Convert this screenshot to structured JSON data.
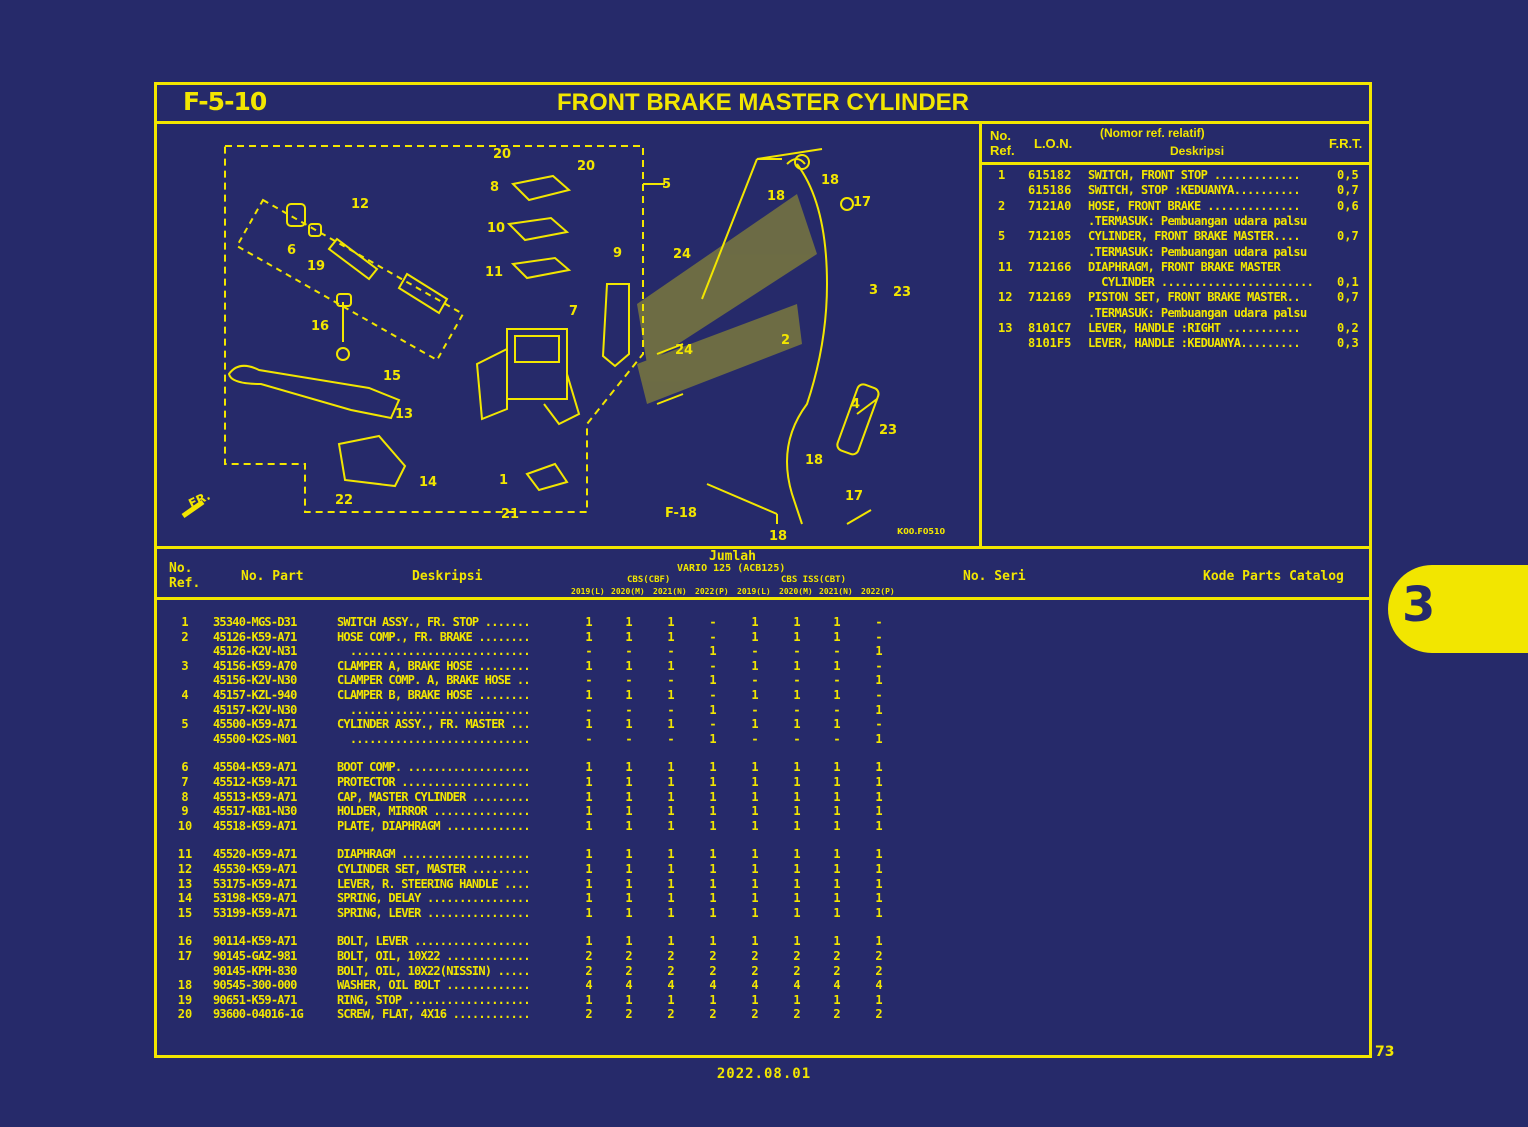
{
  "header": {
    "code": "F-5-10",
    "title": "FRONT BRAKE MASTER CYLINDER"
  },
  "diagram": {
    "callouts": [
      "20",
      "20",
      "5",
      "8",
      "10",
      "11",
      "7",
      "9",
      "24",
      "24",
      "12",
      "6",
      "19",
      "16",
      "15",
      "13",
      "14",
      "22",
      "1",
      "21",
      "18",
      "18",
      "17",
      "3",
      "23",
      "2",
      "4",
      "23",
      "18",
      "17",
      "18",
      "F-18"
    ],
    "fr_label": "FR.",
    "diagram_code": "K00.F0510"
  },
  "ref_table": {
    "headers": {
      "no_ref": "No.\nRef.",
      "lon": "L.O.N.",
      "desc_top": "(Nomor ref. relatif)",
      "desc": "Deskripsi",
      "frt": "F.R.T."
    },
    "rows": [
      {
        "ref": "1",
        "lon": "615182",
        "desc": "SWITCH, FRONT STOP .............",
        "frt": "0,5"
      },
      {
        "ref": "",
        "lon": "615186",
        "desc": "SWITCH, STOP :KEDUANYA..........",
        "frt": "0,7"
      },
      {
        "ref": "2",
        "lon": "7121A0",
        "desc": "HOSE, FRONT BRAKE ..............",
        "frt": "0,6"
      },
      {
        "ref": "",
        "lon": "",
        "desc": ".TERMASUK: Pembuangan udara palsu",
        "frt": ""
      },
      {
        "ref": "5",
        "lon": "712105",
        "desc": "CYLINDER, FRONT BRAKE MASTER....",
        "frt": "0,7"
      },
      {
        "ref": "",
        "lon": "",
        "desc": ".TERMASUK: Pembuangan udara palsu",
        "frt": ""
      },
      {
        "ref": "11",
        "lon": "712166",
        "desc": "DIAPHRAGM, FRONT BRAKE MASTER",
        "frt": ""
      },
      {
        "ref": "",
        "lon": "",
        "desc": "  CYLINDER .......................",
        "frt": "0,1"
      },
      {
        "ref": "12",
        "lon": "712169",
        "desc": "PISTON SET, FRONT BRAKE MASTER..",
        "frt": "0,7"
      },
      {
        "ref": "",
        "lon": "",
        "desc": ".TERMASUK: Pembuangan udara palsu",
        "frt": ""
      },
      {
        "ref": "13",
        "lon": "8101C7",
        "desc": "LEVER, HANDLE :RIGHT ...........",
        "frt": "0,2"
      },
      {
        "ref": "",
        "lon": "8101F5",
        "desc": "LEVER, HANDLE :KEDUANYA.........",
        "frt": "0,3"
      }
    ]
  },
  "parts_table": {
    "headers": {
      "no_ref": "No.\nRef.",
      "part": "No. Part",
      "desc": "Deskripsi",
      "jumlah": "Jumlah",
      "model": "VARIO 125 (ACB125)",
      "group1": "CBS(CBF)",
      "group2": "CBS ISS(CBT)",
      "years": [
        "2019(L)",
        "2020(M)",
        "2021(N)",
        "2022(P)",
        "2019(L)",
        "2020(M)",
        "2021(N)",
        "2022(P)"
      ],
      "seri": "No. Seri",
      "kode": "Kode Parts Catalog"
    },
    "rows": [
      {
        "ref": "1",
        "part": "35340-MGS-D31",
        "desc": "SWITCH ASSY., FR. STOP .......",
        "q": [
          "1",
          "1",
          "1",
          "-",
          "1",
          "1",
          "1",
          "-"
        ]
      },
      {
        "ref": "2",
        "part": "45126-K59-A71",
        "desc": "HOSE COMP., FR. BRAKE ........",
        "q": [
          "1",
          "1",
          "1",
          "-",
          "1",
          "1",
          "1",
          "-"
        ]
      },
      {
        "ref": "",
        "part": "45126-K2V-N31",
        "desc": "  ............................",
        "q": [
          "-",
          "-",
          "-",
          "1",
          "-",
          "-",
          "-",
          "1"
        ]
      },
      {
        "ref": "3",
        "part": "45156-K59-A70",
        "desc": "CLAMPER A, BRAKE HOSE ........",
        "q": [
          "1",
          "1",
          "1",
          "-",
          "1",
          "1",
          "1",
          "-"
        ]
      },
      {
        "ref": "",
        "part": "45156-K2V-N30",
        "desc": "CLAMPER COMP. A, BRAKE HOSE ..",
        "q": [
          "-",
          "-",
          "-",
          "1",
          "-",
          "-",
          "-",
          "1"
        ]
      },
      {
        "ref": "4",
        "part": "45157-KZL-940",
        "desc": "CLAMPER B, BRAKE HOSE ........",
        "q": [
          "1",
          "1",
          "1",
          "-",
          "1",
          "1",
          "1",
          "-"
        ]
      },
      {
        "ref": "",
        "part": "45157-K2V-N30",
        "desc": "  ............................",
        "q": [
          "-",
          "-",
          "-",
          "1",
          "-",
          "-",
          "-",
          "1"
        ]
      },
      {
        "ref": "5",
        "part": "45500-K59-A71",
        "desc": "CYLINDER ASSY., FR. MASTER ...",
        "q": [
          "1",
          "1",
          "1",
          "-",
          "1",
          "1",
          "1",
          "-"
        ]
      },
      {
        "ref": "",
        "part": "45500-K2S-N01",
        "desc": "  ............................",
        "q": [
          "-",
          "-",
          "-",
          "1",
          "-",
          "-",
          "-",
          "1"
        ]
      },
      {
        "ref": "6",
        "part": "45504-K59-A71",
        "desc": "BOOT COMP. ...................",
        "q": [
          "1",
          "1",
          "1",
          "1",
          "1",
          "1",
          "1",
          "1"
        ]
      },
      {
        "ref": "7",
        "part": "45512-K59-A71",
        "desc": "PROTECTOR ....................",
        "q": [
          "1",
          "1",
          "1",
          "1",
          "1",
          "1",
          "1",
          "1"
        ]
      },
      {
        "ref": "8",
        "part": "45513-K59-A71",
        "desc": "CAP, MASTER CYLINDER .........",
        "q": [
          "1",
          "1",
          "1",
          "1",
          "1",
          "1",
          "1",
          "1"
        ]
      },
      {
        "ref": "9",
        "part": "45517-KB1-N30",
        "desc": "HOLDER, MIRROR ...............",
        "q": [
          "1",
          "1",
          "1",
          "1",
          "1",
          "1",
          "1",
          "1"
        ]
      },
      {
        "ref": "10",
        "part": "45518-K59-A71",
        "desc": "PLATE, DIAPHRAGM .............",
        "q": [
          "1",
          "1",
          "1",
          "1",
          "1",
          "1",
          "1",
          "1"
        ]
      },
      {
        "ref": "11",
        "part": "45520-K59-A71",
        "desc": "DIAPHRAGM ....................",
        "q": [
          "1",
          "1",
          "1",
          "1",
          "1",
          "1",
          "1",
          "1"
        ]
      },
      {
        "ref": "12",
        "part": "45530-K59-A71",
        "desc": "CYLINDER SET, MASTER .........",
        "q": [
          "1",
          "1",
          "1",
          "1",
          "1",
          "1",
          "1",
          "1"
        ]
      },
      {
        "ref": "13",
        "part": "53175-K59-A71",
        "desc": "LEVER, R. STEERING HANDLE ....",
        "q": [
          "1",
          "1",
          "1",
          "1",
          "1",
          "1",
          "1",
          "1"
        ]
      },
      {
        "ref": "14",
        "part": "53198-K59-A71",
        "desc": "SPRING, DELAY ................",
        "q": [
          "1",
          "1",
          "1",
          "1",
          "1",
          "1",
          "1",
          "1"
        ]
      },
      {
        "ref": "15",
        "part": "53199-K59-A71",
        "desc": "SPRING, LEVER ................",
        "q": [
          "1",
          "1",
          "1",
          "1",
          "1",
          "1",
          "1",
          "1"
        ]
      },
      {
        "ref": "16",
        "part": "90114-K59-A71",
        "desc": "BOLT, LEVER ..................",
        "q": [
          "1",
          "1",
          "1",
          "1",
          "1",
          "1",
          "1",
          "1"
        ]
      },
      {
        "ref": "17",
        "part": "90145-GAZ-981",
        "desc": "BOLT, OIL, 10X22 .............",
        "q": [
          "2",
          "2",
          "2",
          "2",
          "2",
          "2",
          "2",
          "2"
        ]
      },
      {
        "ref": "",
        "part": "90145-KPH-830",
        "desc": "BOLT, OIL, 10X22(NISSIN) .....",
        "q": [
          "2",
          "2",
          "2",
          "2",
          "2",
          "2",
          "2",
          "2"
        ]
      },
      {
        "ref": "18",
        "part": "90545-300-000",
        "desc": "WASHER, OIL BOLT .............",
        "q": [
          "4",
          "4",
          "4",
          "4",
          "4",
          "4",
          "4",
          "4"
        ]
      },
      {
        "ref": "19",
        "part": "90651-K59-A71",
        "desc": "RING, STOP ...................",
        "q": [
          "1",
          "1",
          "1",
          "1",
          "1",
          "1",
          "1",
          "1"
        ]
      },
      {
        "ref": "20",
        "part": "93600-04016-1G",
        "desc": "SCREW, FLAT, 4X16 ............",
        "q": [
          "2",
          "2",
          "2",
          "2",
          "2",
          "2",
          "2",
          "2"
        ]
      }
    ]
  },
  "side_tab": "3",
  "page_number": "73",
  "footer_date": "2022.08.01",
  "colors": {
    "background": "#262a6a",
    "ink": "#f2e600"
  }
}
